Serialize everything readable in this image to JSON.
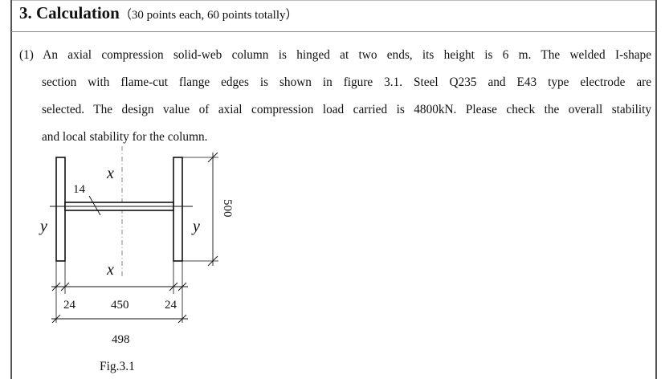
{
  "heading": {
    "title": "3. Calculation",
    "points_note": "（30 points each, 60 points totally）"
  },
  "question": {
    "line1": "(1) An axial compression solid-web column is hinged at two ends, its height is 6 m. The welded I-shape",
    "line2": "section with flame-cut flange edges is shown in figure 3.1. Steel Q235 and E43 type electrode are",
    "line3": "selected. The design value of axial compression load carried is 4800kN. Please check the overall stability",
    "line4": "and local stability for the column."
  },
  "figure": {
    "caption": "Fig.3.1",
    "axis_x_top": "x",
    "axis_x_bottom": "x",
    "axis_y_left": "y",
    "axis_y_right": "y",
    "web_thickness": "14",
    "height_dim": "500",
    "flange_left": "24",
    "web_clear": "450",
    "flange_right": "24",
    "total_width": "498"
  }
}
